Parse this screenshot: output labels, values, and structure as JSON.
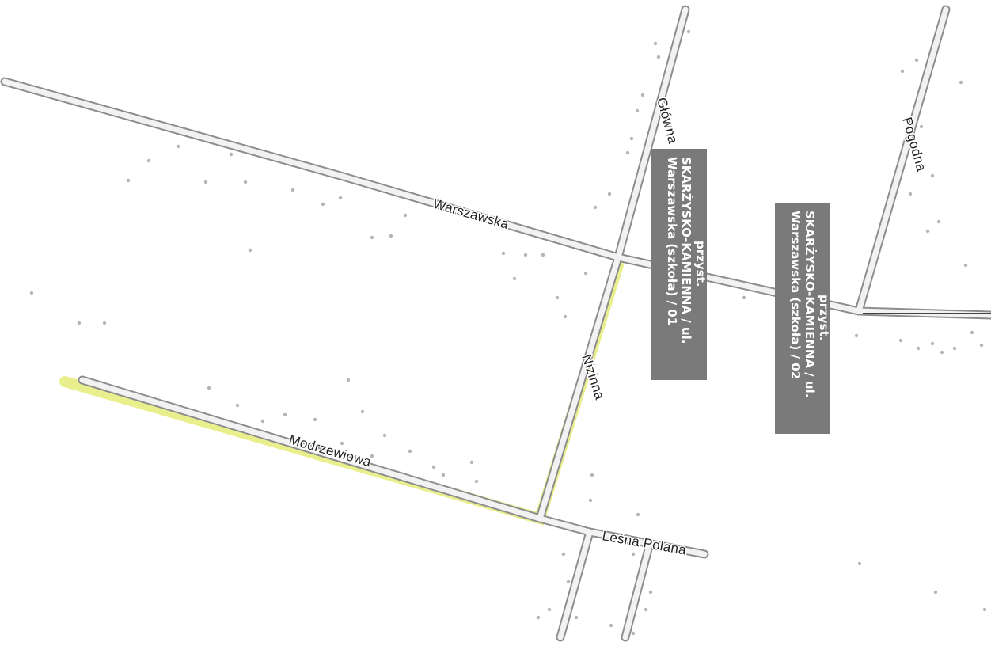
{
  "map": {
    "streets": [
      {
        "id": "warszawska",
        "label": "Warszawska"
      },
      {
        "id": "glowna",
        "label": "Główna"
      },
      {
        "id": "pogodna",
        "label": "Pogodna"
      },
      {
        "id": "nizinna",
        "label": "Nizinna"
      },
      {
        "id": "modrzewiowa",
        "label": "Modrzewiowa"
      },
      {
        "id": "lesna-polana",
        "label": "Leśna Polana"
      }
    ],
    "stops": [
      {
        "id": "stop-01",
        "lines": [
          "przyst.",
          "SKARŻYSKO-KAMIENNA / ul.",
          "Warszawska (szkoła) / 01"
        ]
      },
      {
        "id": "stop-02",
        "lines": [
          "przyst.",
          "SKARŻYSKO-KAMIENNA / ul.",
          "Warszawska (szkoła) / 02"
        ]
      }
    ],
    "colors": {
      "road_fill": "#f2f2f2",
      "road_casing": "#8d8d8d",
      "route_highlight": "#e6ec7a",
      "stop_label_bg": "#7a7a7a",
      "stop_label_text": "#ffffff",
      "background": "#ffffff"
    }
  }
}
